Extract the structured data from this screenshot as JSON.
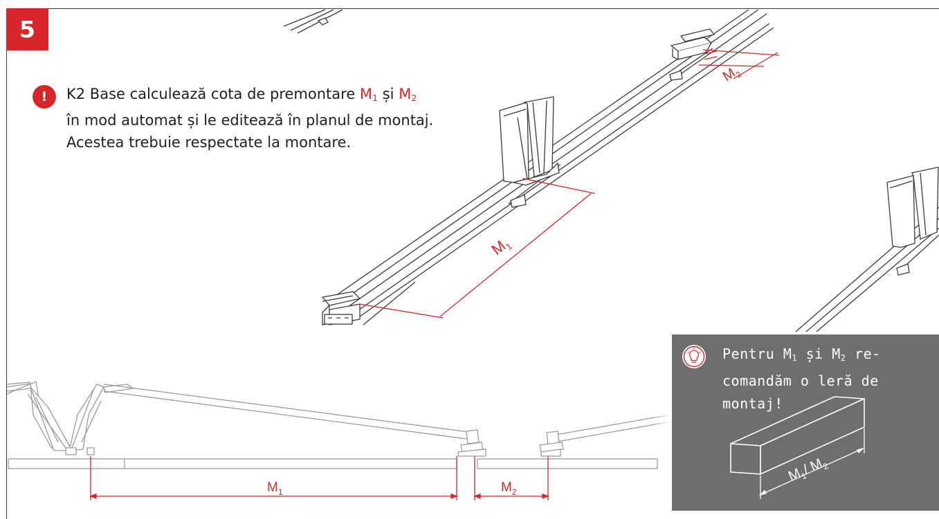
{
  "step": {
    "number": "5"
  },
  "note": {
    "icon": "exclamation-icon",
    "line1_prefix": "K2 Base calculează cota de premontare ",
    "m1_main": "M",
    "m1_sub": "1",
    "line1_and": " și ",
    "m2_main": "M",
    "m2_sub": "2",
    "line2": "în mod automat și le editează în planul de montaj.",
    "line3": "Acestea trebuie respectate la montare."
  },
  "dimensions": {
    "m1_label": "M",
    "m1_sub": "1",
    "m2_label": "M",
    "m2_sub": "2"
  },
  "tip": {
    "icon": "lightbulb-icon",
    "line1_prefix": "Pentru M",
    "line1_sub1": "1",
    "line1_mid": " și M",
    "line1_sub2": "2",
    "line1_suffix": " re-",
    "line2": "comandăm o leră de",
    "line3": "montaj!",
    "gauge_label_a": "M",
    "gauge_sub_a": "1",
    "gauge_sep": "/ ",
    "gauge_label_b": "M",
    "gauge_sub_b": "2"
  },
  "colors": {
    "accent": "#d6262a",
    "tip_background": "#6e6e6e",
    "line": "#3a3a3a",
    "side_view": "#9a9a9a"
  }
}
